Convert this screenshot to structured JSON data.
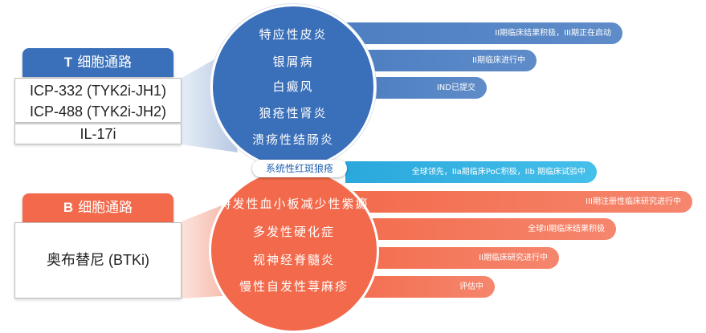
{
  "t_pathway": {
    "header_letter": "T",
    "header_text": "细胞通路",
    "drugs": [
      "ICP-332 (TYK2i-JH1)",
      "ICP-488 (TYK2i-JH2)",
      "IL-17i"
    ],
    "indications": [
      "特应性皮炎",
      "银屑病",
      "白癜风",
      "狼疮性肾炎",
      "溃疡性结肠炎"
    ],
    "statuses": [
      "II期临床结果积极，III期正在启动",
      "II期临床进行中",
      "IND已提交"
    ]
  },
  "shared": {
    "indication": "系统性红斑狼疮",
    "status": "全球领先，IIa期临床PoC积极，IIb 期临床试验中"
  },
  "b_pathway": {
    "header_letter": "B",
    "header_text": "细胞通路",
    "drug": "奥布替尼 (BTKi)",
    "indications": [
      "特发性血小板减少性紫癜",
      "多发性硬化症",
      "视神经脊髓炎",
      "慢性自发性荨麻疹"
    ],
    "statuses": [
      "III期注册性临床研究进行中",
      "全球II期临床结果积极",
      "II期临床研究进行中",
      "评估中"
    ]
  },
  "colors": {
    "blue": "#3a6fb9",
    "orange": "#f26a4b",
    "cyan": "#35b7e4"
  }
}
